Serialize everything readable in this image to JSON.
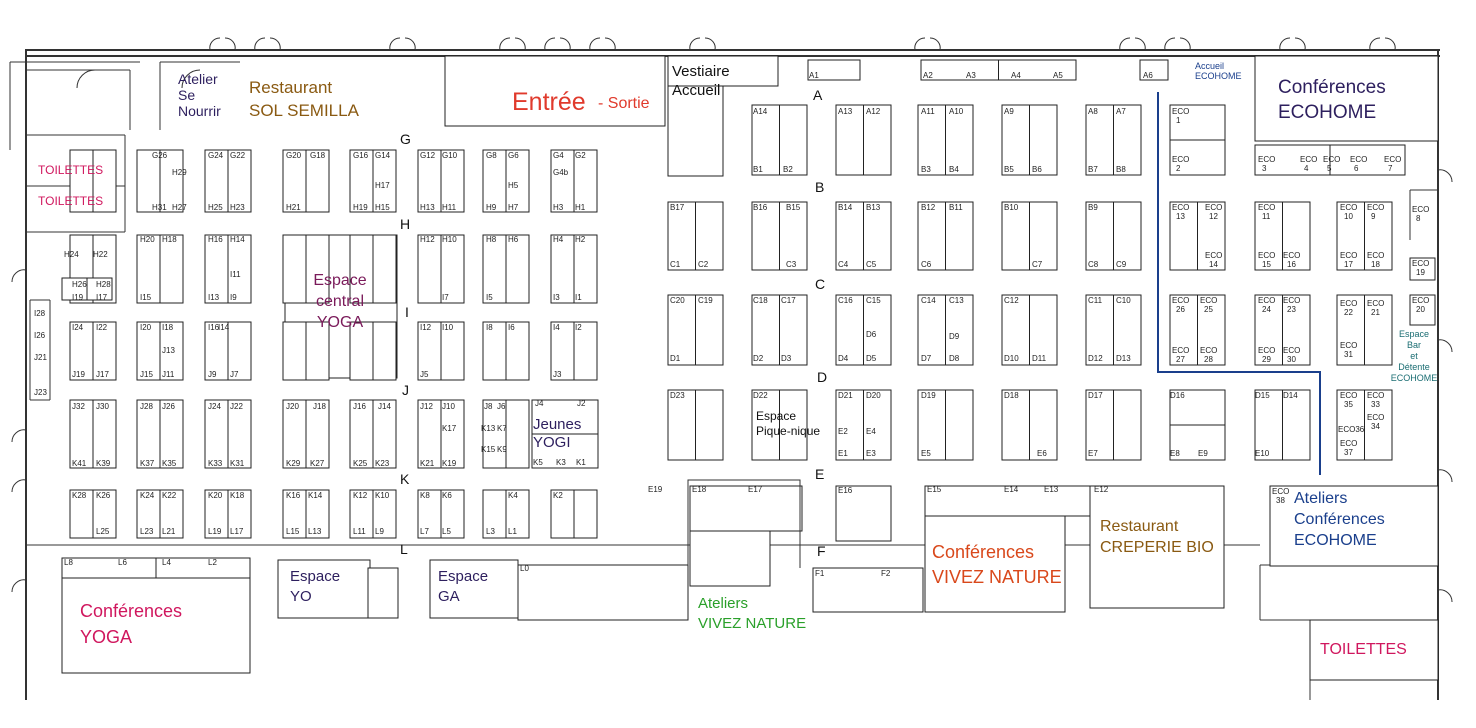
{
  "colors": {
    "entree": "#e03a2c",
    "restaurant": "#8a5a12",
    "yoga": "#7a1a5a",
    "purple": "#2d1f5e",
    "pink": "#d0175e",
    "ecohome": "#1a3f8c",
    "teal": "#1a6d72",
    "green": "#2aa02a",
    "orange": "#d9481b",
    "blueline": "#1a3f8c"
  },
  "areas": [
    {
      "id": "atelier-se-nourrir",
      "lines": [
        "Atelier",
        "Se",
        "Nourrir"
      ],
      "color": "purple",
      "size": 14
    },
    {
      "id": "restaurant-sol-semilla",
      "lines": [
        "Restaurant",
        "SOL SEMILLA"
      ],
      "color": "restaurant",
      "size": 17
    },
    {
      "id": "entree",
      "lines": [
        "Entrée"
      ],
      "color": "entree",
      "size": 25
    },
    {
      "id": "sortie",
      "lines": [
        "- Sortie"
      ],
      "color": "entree",
      "size": 16
    },
    {
      "id": "vestiaire",
      "lines": [
        "Vestiaire",
        "Accueil"
      ],
      "color": "#111",
      "size": 15
    },
    {
      "id": "accueil-ecohome",
      "lines": [
        "Accueil",
        "ECOHOME"
      ],
      "color": "ecohome",
      "size": 9
    },
    {
      "id": "conferences-ecohome",
      "lines": [
        "Conférences",
        "ECOHOME"
      ],
      "color": "purple",
      "size": 19
    },
    {
      "id": "toilettes-1",
      "lines": [
        "TOILETTES"
      ],
      "color": "pink",
      "size": 12
    },
    {
      "id": "toilettes-2",
      "lines": [
        "TOILETTES"
      ],
      "color": "pink",
      "size": 12
    },
    {
      "id": "espace-central-yoga",
      "lines": [
        "Espace",
        "central",
        "YOGA"
      ],
      "color": "yoga",
      "size": 16
    },
    {
      "id": "jeunes-yogi",
      "lines": [
        "Jeunes",
        "YOGI"
      ],
      "color": "purple",
      "size": 15
    },
    {
      "id": "espace-pique-nique",
      "lines": [
        "Espace",
        "Pique-nique"
      ],
      "color": "#111",
      "size": 12
    },
    {
      "id": "espace-bar",
      "lines": [
        "Espace",
        "Bar",
        "et",
        "Détente",
        "ECOHOME"
      ],
      "color": "teal",
      "size": 9
    },
    {
      "id": "ateliers-conf-ecohome",
      "lines": [
        "Ateliers",
        "Conférences",
        "ECOHOME"
      ],
      "color": "ecohome",
      "size": 16
    },
    {
      "id": "restaurant-creperie",
      "lines": [
        "Restaurant",
        "CREPERIE BIO"
      ],
      "color": "restaurant",
      "size": 16
    },
    {
      "id": "conferences-vivez",
      "lines": [
        "Conférences",
        "VIVEZ NATURE"
      ],
      "color": "orange",
      "size": 18
    },
    {
      "id": "ateliers-vivez",
      "lines": [
        "Ateliers",
        "VIVEZ NATURE"
      ],
      "color": "green",
      "size": 15
    },
    {
      "id": "espace-yo",
      "lines": [
        "Espace",
        "YO"
      ],
      "color": "purple",
      "size": 15
    },
    {
      "id": "espace-ga",
      "lines": [
        "Espace",
        "GA"
      ],
      "color": "purple",
      "size": 15
    },
    {
      "id": "conferences-yoga",
      "lines": [
        "Conférences",
        "YOGA"
      ],
      "color": "pink",
      "size": 18
    },
    {
      "id": "toilettes-3",
      "lines": [
        "TOILETTES"
      ],
      "color": "pink",
      "size": 16
    }
  ],
  "row_letters": [
    "A",
    "B",
    "C",
    "D",
    "E",
    "F",
    "G",
    "H",
    "I",
    "J",
    "K",
    "L"
  ],
  "stand_codes": [
    "A1",
    "A2",
    "A3",
    "A4",
    "A5",
    "A6",
    "A14",
    "A13",
    "A12",
    "A11",
    "A10",
    "A9",
    "A8",
    "A7",
    "B1",
    "B2",
    "B3",
    "B4",
    "B5",
    "B6",
    "B7",
    "B8",
    "B17",
    "B16",
    "B15",
    "B14",
    "B13",
    "B12",
    "B11",
    "B10",
    "B9",
    "C1",
    "C2",
    "C3",
    "C4",
    "C5",
    "C6",
    "C7",
    "C8",
    "C9",
    "C20",
    "C19",
    "C18",
    "C17",
    "C16",
    "C15",
    "C14",
    "C13",
    "C12",
    "C11",
    "C10",
    "D6",
    "D9",
    "D1",
    "D2",
    "D3",
    "D4",
    "D5",
    "D7",
    "D8",
    "D10",
    "D11",
    "D12",
    "D13",
    "D23",
    "D22",
    "D21",
    "D20",
    "D19",
    "D18",
    "D17",
    "D16",
    "D15",
    "D14",
    "E2",
    "E4",
    "E1",
    "E3",
    "E5",
    "E6",
    "E7",
    "E8",
    "E9",
    "E10",
    "E19",
    "E18",
    "E17",
    "E16",
    "E15",
    "E14",
    "E13",
    "E12",
    "F1",
    "F2",
    "G26",
    "G24",
    "G22",
    "G20",
    "G18",
    "G16",
    "G14",
    "G12",
    "G10",
    "G8",
    "G6",
    "G4",
    "G2",
    "G4b",
    "H29",
    "H17",
    "H5",
    "H31",
    "H27",
    "H25",
    "H23",
    "H21",
    "H19",
    "H15",
    "H13",
    "H11",
    "H9",
    "H7",
    "H3",
    "H1",
    "H24",
    "H22",
    "H20",
    "H18",
    "H16",
    "H14",
    "H12",
    "H10",
    "H8",
    "H6",
    "H4",
    "H2",
    "I11",
    "I7",
    "H26",
    "H28",
    "I19",
    "I17",
    "I15",
    "I13",
    "I9",
    "I5",
    "I3",
    "I1",
    "I28",
    "I26",
    "J21",
    "J23",
    "I24",
    "I22",
    "I20",
    "I18",
    "I16",
    "I14",
    "I12",
    "I10",
    "I8",
    "I6",
    "I4",
    "I2",
    "J13",
    "J19",
    "J17",
    "J15",
    "J11",
    "J9",
    "J7",
    "J5",
    "J3",
    "J32",
    "J30",
    "J28",
    "J26",
    "J24",
    "J22",
    "J20",
    "J18",
    "J16",
    "J14",
    "J12",
    "J10",
    "J8",
    "J6",
    "J4",
    "J2",
    "K17",
    "K13",
    "K7",
    "K15",
    "K9",
    "K41",
    "K39",
    "K37",
    "K35",
    "K33",
    "K31",
    "K29",
    "K27",
    "K25",
    "K23",
    "K21",
    "K19",
    "K5",
    "K3",
    "K1",
    "K28",
    "K26",
    "K24",
    "K22",
    "K20",
    "K18",
    "K16",
    "K14",
    "K12",
    "K10",
    "K8",
    "K6",
    "K4",
    "K2",
    "L25",
    "L23",
    "L21",
    "L19",
    "L17",
    "L15",
    "L13",
    "L11",
    "L9",
    "L7",
    "L5",
    "L3",
    "L1",
    "L8",
    "L6",
    "L4",
    "L2",
    "L0",
    "ECO 1",
    "ECO 2",
    "ECO 3",
    "ECO 4",
    "ECO 5",
    "ECO 6",
    "ECO 7",
    "ECO 8",
    "ECO 13",
    "ECO 12",
    "ECO 14",
    "ECO 11",
    "ECO 15",
    "ECO 16",
    "ECO 10",
    "ECO 9",
    "ECO 17",
    "ECO 18",
    "ECO 19",
    "ECO 20",
    "ECO 26",
    "ECO 25",
    "ECO 27",
    "ECO 28",
    "ECO 24",
    "ECO 23",
    "ECO 29",
    "ECO 30",
    "ECO 22",
    "ECO 21",
    "ECO 31",
    "ECO 35",
    "ECO 33",
    "ECO 34",
    "ECO36",
    "ECO 37",
    "ECO 38"
  ]
}
